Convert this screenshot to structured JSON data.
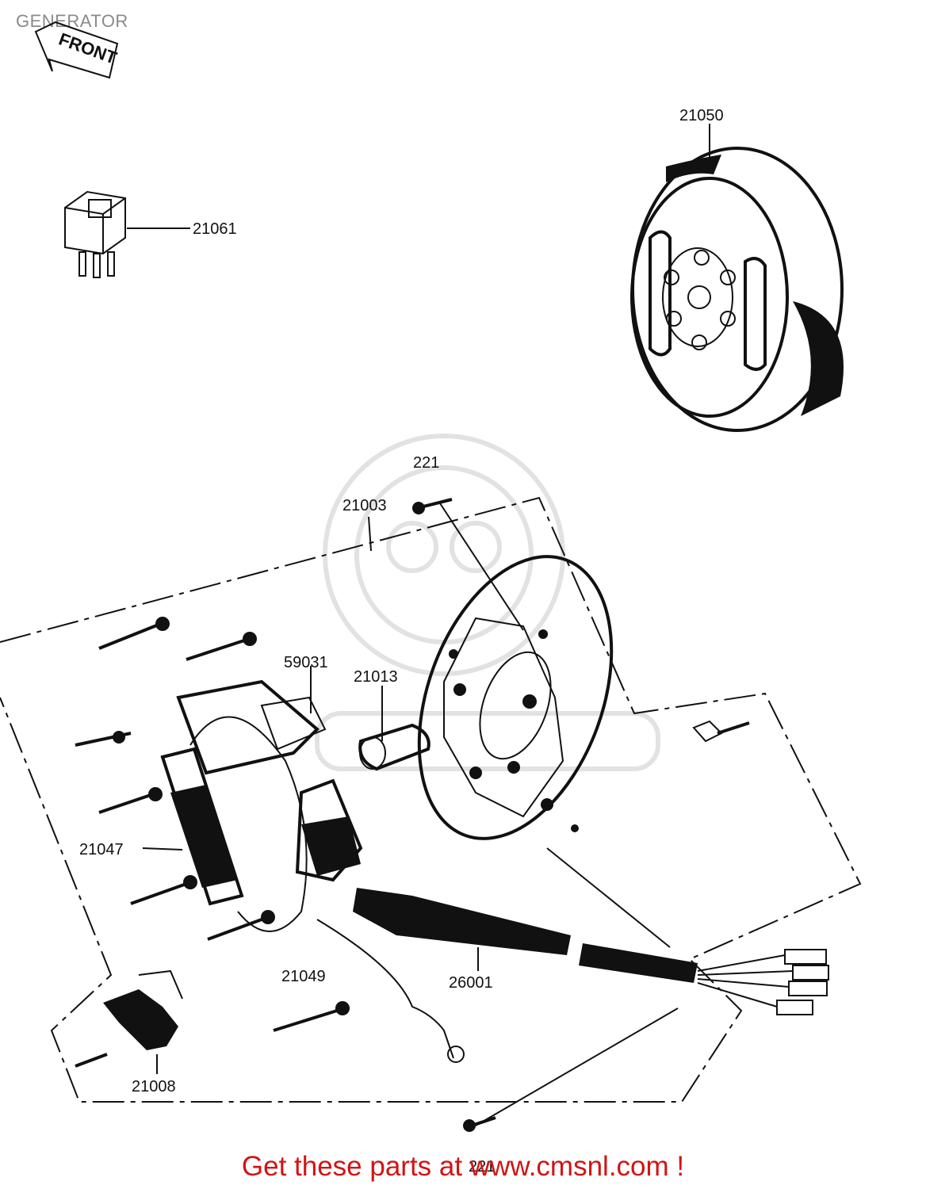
{
  "page": {
    "title": "GENERATOR",
    "footer": "Get these parts at www.cmsnl.com !"
  },
  "direction_tag": "FRONT",
  "part_labels": {
    "p21050": "21050",
    "p21061": "21061",
    "p221_top": "221",
    "p21003": "21003",
    "p59031": "59031",
    "p21013": "21013",
    "p21047": "21047",
    "p21049": "21049",
    "p26001": "26001",
    "p21008": "21008",
    "p221_bottom": "221"
  },
  "icons": [
    "front-arrow-icon",
    "flywheel-rotor",
    "regulator-relay",
    "stator-plate",
    "watermark-logo"
  ]
}
